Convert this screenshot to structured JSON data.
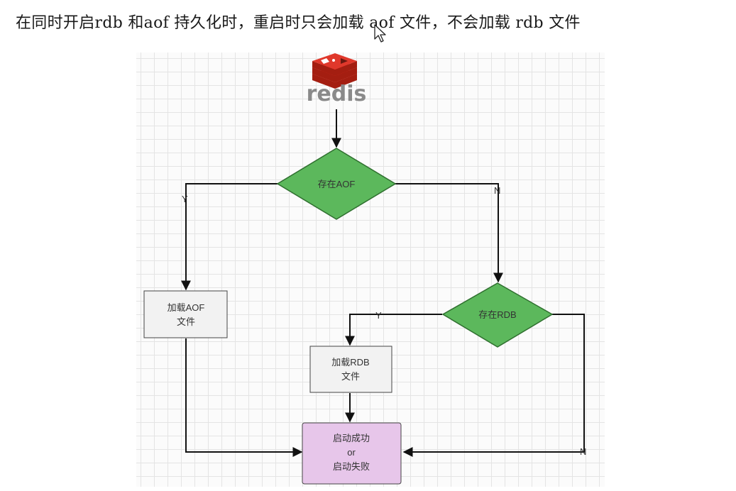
{
  "heading": "在同时开启rdb 和aof 持久化时，重启时只会加载 aof 文件，不会加载 rdb 文件",
  "logo": {
    "text": "redis",
    "icon": "redis-cube-icon"
  },
  "nodes": {
    "check_aof": "存在AOF",
    "load_aof": [
      "加载AOF",
      "文件"
    ],
    "check_rdb": "存在RDB",
    "load_rdb": [
      "加载RDB",
      "文件"
    ],
    "result": [
      "启动成功",
      "or",
      "启动失败"
    ]
  },
  "edge_labels": {
    "aof_yes": "Y",
    "aof_no": "N",
    "rdb_yes": "Y",
    "rdb_no": "N"
  },
  "colors": {
    "decision_fill": "#5cb85c",
    "decision_stroke": "#2f6f2f",
    "process_fill": "#f2f2f2",
    "result_fill": "#e7c6ea",
    "logo_red": "#d82c20"
  }
}
